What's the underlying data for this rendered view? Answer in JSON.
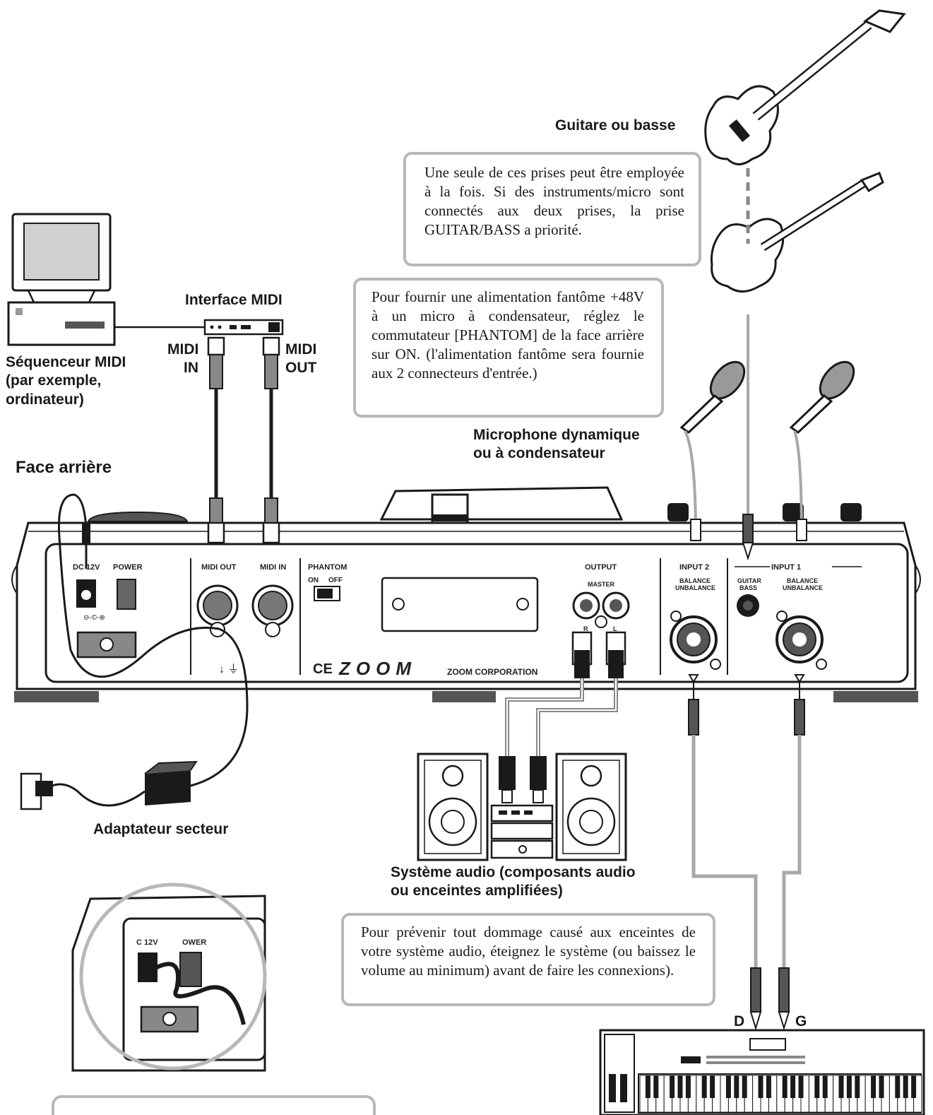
{
  "labels": {
    "guitar": "Guitare ou basse",
    "midi_interface": "Interface MIDI",
    "midi_in": "MIDI\nIN",
    "midi_out": "MIDI\nOUT",
    "sequencer": "Séquenceur MIDI\n(par exemple,\nordinateur)",
    "rear_panel": "Face arrière",
    "microphone": "Microphone dynamique\nou à condensateur",
    "ac_adapter": "Adaptateur secteur",
    "audio_system": "Système audio (composants audio\nou enceintes amplifiées)",
    "right_channel": "D",
    "left_channel": "G"
  },
  "notes": {
    "inputs": "Une seule de ces prises peut être employée à la fois. Si des instruments/micro sont connectés aux deux prises, la prise GUITAR/BASS a priorité.",
    "phantom": "Pour fournir une alimentation fantôme +48V à un micro à condensateur, réglez le commutateur [PHANTOM] de la face arrière sur ON. (l'alimentation fantôme sera fournie aux 2 connecteurs d'entrée.)",
    "speakers": "Pour prévenir tout dommage causé aux enceintes de votre système audio, éteignez le système (ou baissez le volume au minimum) avant de faire les connexions)."
  },
  "panel": {
    "dc": "DC 12V",
    "power": "POWER",
    "midi_out": "MIDI OUT",
    "midi_in": "MIDI IN",
    "phantom": "PHANTOM",
    "on": "ON",
    "off": "OFF",
    "output": "OUTPUT",
    "master": "MASTER",
    "r": "R",
    "l": "L",
    "input2": "INPUT 2",
    "input1": "INPUT 1",
    "balance": "BALANCE",
    "unbalance": "UNBALANCE",
    "guitar": "GUITAR",
    "bass": "BASS",
    "ce": "CE",
    "brand": "ZOOM",
    "corp": "ZOOM CORPORATION",
    "zoom_dc": "C 12V",
    "zoom_power": "OWER"
  },
  "colors": {
    "ink": "#1a1a1a",
    "cable_gray": "#a8a8a8",
    "note_border": "#b8b8b8"
  }
}
